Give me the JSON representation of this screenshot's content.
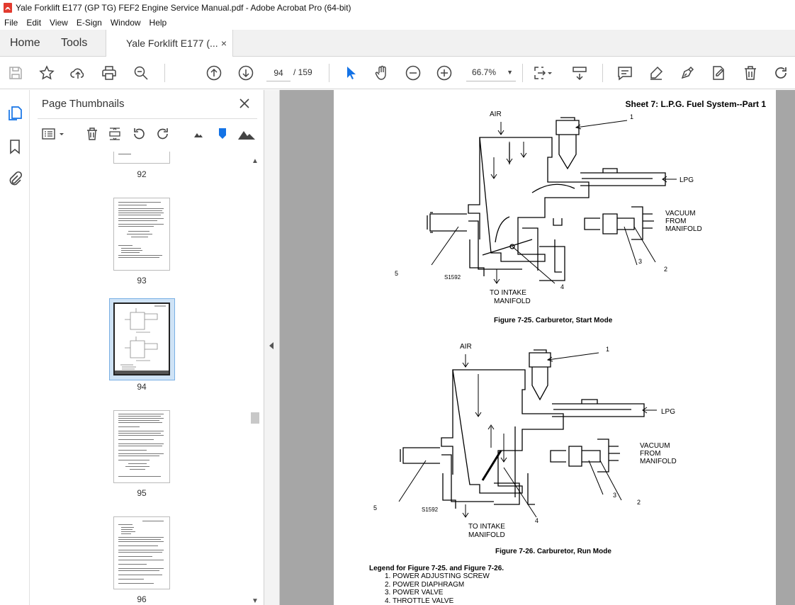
{
  "window": {
    "title": "Yale Forklift E177 (GP TG) FEF2 Engine Service Manual.pdf - Adobe Acrobat Pro (64-bit)"
  },
  "menu": [
    "File",
    "Edit",
    "View",
    "E-Sign",
    "Window",
    "Help"
  ],
  "tabs": {
    "home": "Home",
    "tools": "Tools",
    "document": "Yale Forklift E177 (...",
    "close_glyph": "×"
  },
  "toolbar": {
    "page_current": "94",
    "page_total": "/ 159",
    "zoom": "66.7%"
  },
  "thumbnail_panel": {
    "title": "Page Thumbnails",
    "pages": [
      {
        "label": "92"
      },
      {
        "label": "93"
      },
      {
        "label": "94",
        "selected": true
      },
      {
        "label": "95"
      },
      {
        "label": "96"
      }
    ]
  },
  "document": {
    "sheet_title": "Sheet 7: L.P.G. Fuel System--Part 1",
    "figure1": {
      "caption": "Figure 7-25. Carburetor, Start Mode",
      "labels": {
        "air": "AIR",
        "lpg": "LPG",
        "vacuum1": "VACUUM",
        "vacuum2": "FROM",
        "vacuum3": "MANIFOLD",
        "intake1": "TO INTAKE",
        "intake2": "MANIFOLD",
        "code": "S1592",
        "n1": "1",
        "n2": "2",
        "n3": "3",
        "n4": "4",
        "n5": "5"
      }
    },
    "figure2": {
      "caption": "Figure 7-26. Carburetor, Run Mode",
      "labels": {
        "air": "AIR",
        "lpg": "LPG",
        "vacuum1": "VACUUM",
        "vacuum2": "FROM",
        "vacuum3": "MANIFOLD",
        "intake1": "TO INTAKE",
        "intake2": "MANIFOLD",
        "code": "S1592",
        "n1": "1",
        "n2": "2",
        "n3": "3",
        "n4": "4",
        "n5": "5"
      }
    },
    "legend": {
      "heading": "Legend for Figure 7-25. and Figure 7-26.",
      "items": [
        "1.  POWER ADJUSTING SCREW",
        "2.  POWER DIAPHRAGM",
        "3.  POWER VALVE",
        "4.  THROTTLE VALVE"
      ]
    }
  },
  "colors": {
    "accent": "#1473e6",
    "tab_bar": "#f1f1f1",
    "doc_background": "#a6a6a6"
  }
}
